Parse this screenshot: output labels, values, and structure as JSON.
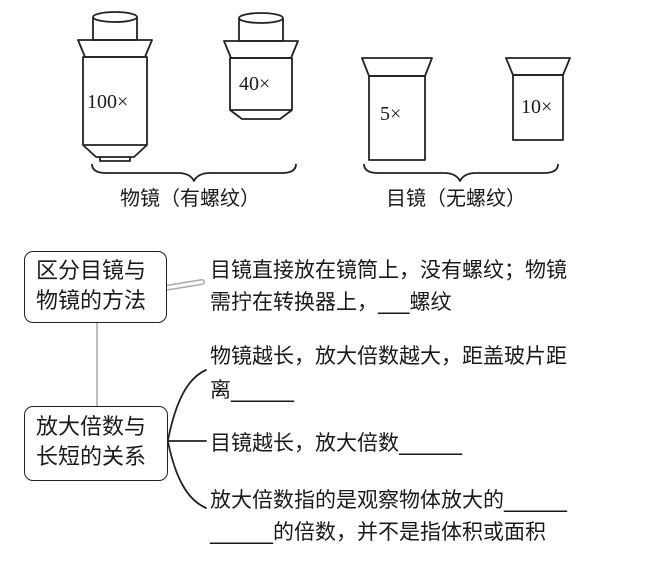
{
  "objectives": {
    "lens_100": "100×",
    "lens_40": "40×",
    "caption": "物镜（有螺纹）"
  },
  "eyepieces": {
    "lens_5": "5×",
    "lens_10": "10×",
    "caption": "目镜（无螺纹）"
  },
  "distinguish": {
    "box_line1": "区分目镜与",
    "box_line2": "物镜的方法",
    "text_line1": "目镜直接放在镜筒上，没有螺纹；物镜",
    "text_line2": "需拧在转换器上，___螺纹"
  },
  "magnification": {
    "box_line1": "放大倍数与",
    "box_line2": "长短的关系",
    "item1_line1": "物镜越长，放大倍数越大，距盖玻片距",
    "item1_line2": "离______",
    "item2": "目镜越长，放大倍数______",
    "item3_line1": "放大倍数指的是观察物体放大的______",
    "item3_line2": "______的倍数，并不是指体积或面积"
  },
  "colors": {
    "line": "#222222",
    "connector_gray": "#aaaaaa"
  }
}
